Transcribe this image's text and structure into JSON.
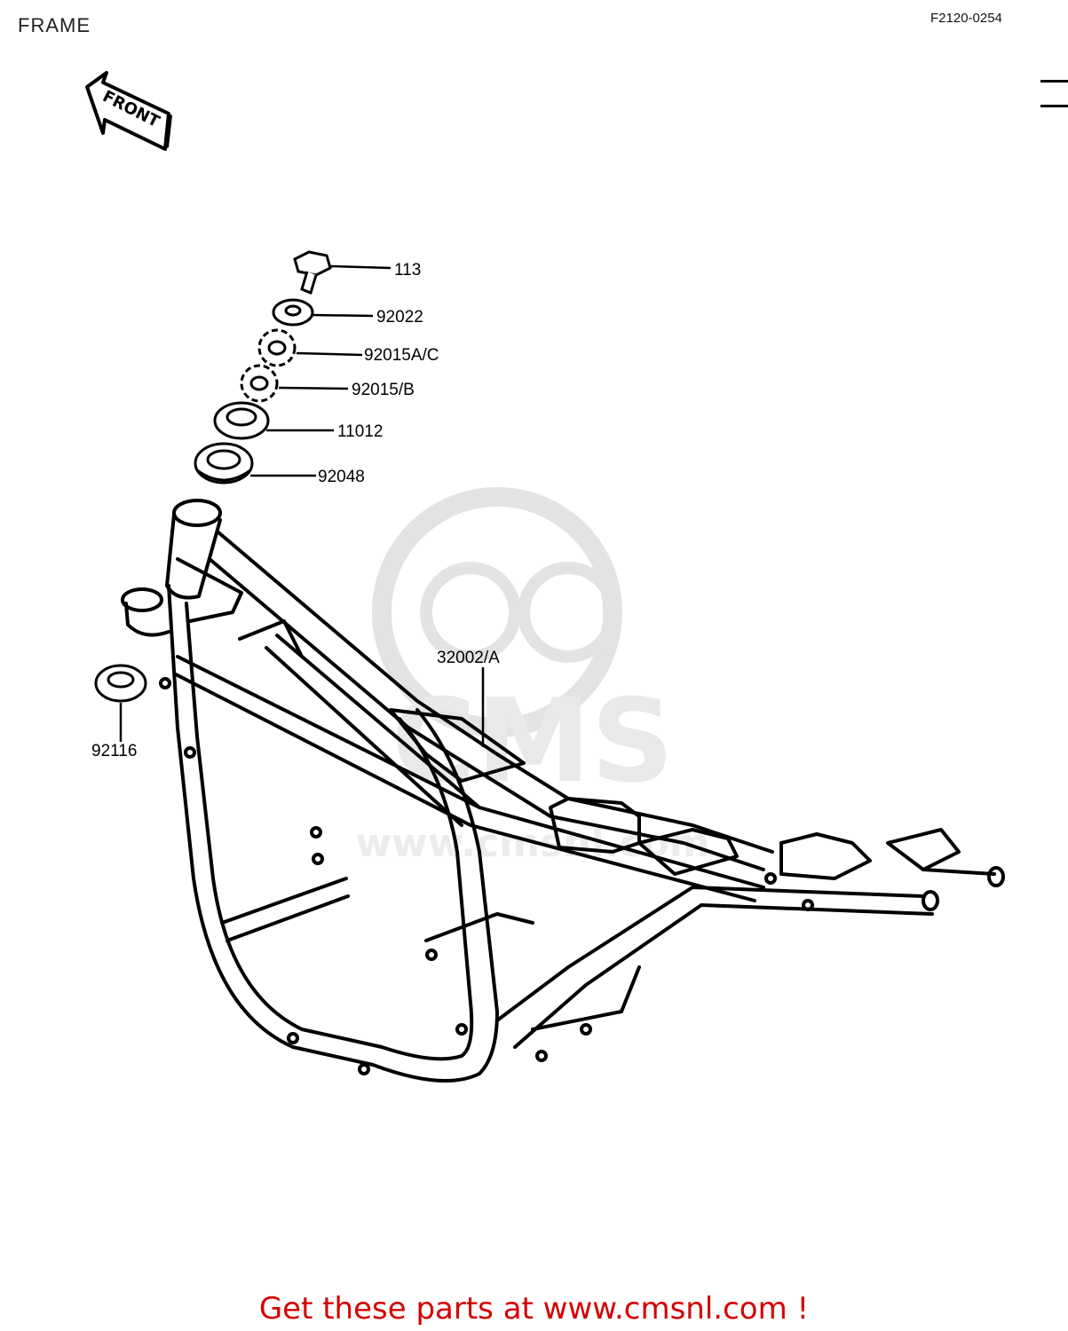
{
  "header": {
    "title": "FRAME",
    "diagram_code": "F2120-0254"
  },
  "direction_arrow": {
    "label": "FRONT"
  },
  "watermark": {
    "text": "CMS",
    "url": "www.cmsnl.com"
  },
  "parts": [
    {
      "number": "113"
    },
    {
      "number": "92022"
    },
    {
      "number": "92015A/C"
    },
    {
      "number": "92015/B"
    },
    {
      "number": "11012"
    },
    {
      "number": "92048"
    },
    {
      "number": "32002/A"
    },
    {
      "number": "92116"
    }
  ],
  "footer": {
    "text": "Get these parts at www.cmsnl.com !"
  },
  "colors": {
    "ink": "#000000",
    "footer": "#d40000",
    "watermark": "#e3e3e3"
  }
}
